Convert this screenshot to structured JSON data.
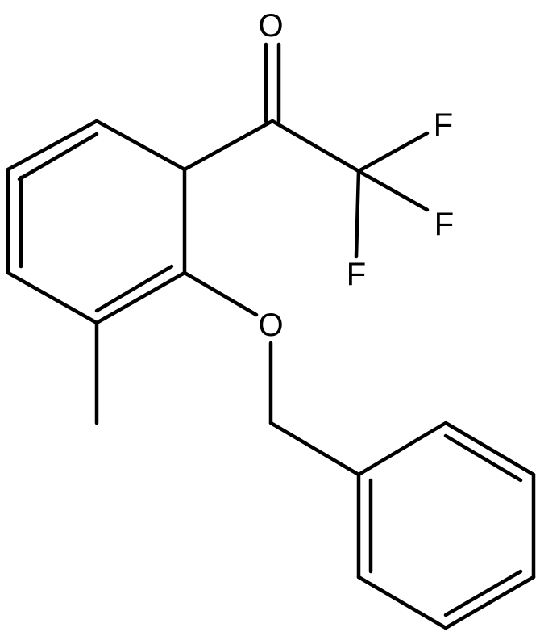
{
  "structure": {
    "atoms": {
      "oxygen_carbonyl": "O",
      "fluorine_1": "F",
      "fluorine_2": "F",
      "fluorine_3": "F",
      "oxygen_ether": "O"
    }
  }
}
